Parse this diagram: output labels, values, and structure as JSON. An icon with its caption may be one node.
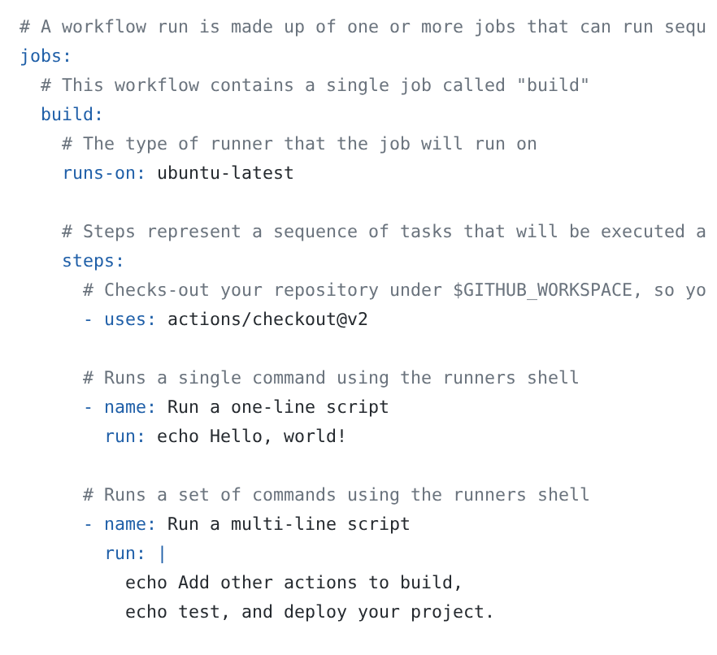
{
  "diagram": {
    "labels": [
      "# A workflow run is made up of one or more jobs that can run sequ",
      "jobs:",
      "# This workflow contains a single job called \"build\"",
      "build:",
      "# The type of runner that the job will run on",
      "runs-on:",
      "ubuntu-latest",
      "# Steps represent a sequence of tasks that will be executed a",
      "steps:",
      "# Checks-out your repository under $GITHUB_WORKSPACE, so yo",
      "- uses:",
      "actions/checkout@v2",
      "# Runs a single command using the runners shell",
      "- name:",
      "Run a one-line script",
      "run:",
      "echo Hello, world!",
      "# Runs a set of commands using the runners shell",
      "- name:",
      "Run a multi-line script",
      "run:",
      "|",
      "echo Add other actions to build,",
      "echo test, and deploy your project."
    ]
  }
}
